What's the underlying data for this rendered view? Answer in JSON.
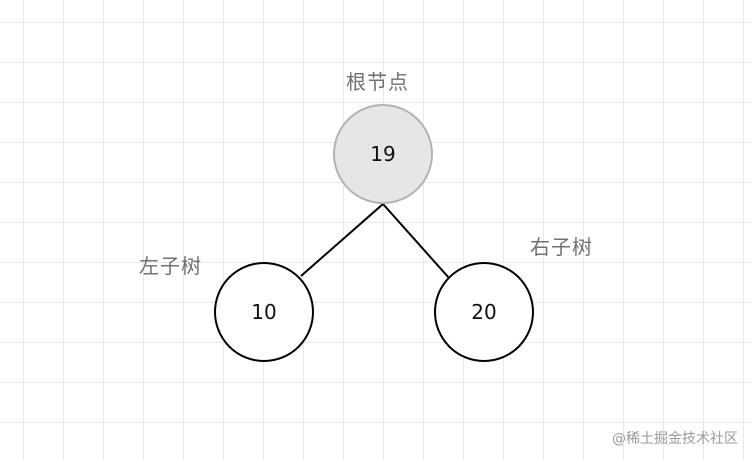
{
  "labels": {
    "root": "根节点",
    "left_subtree": "左子树",
    "right_subtree": "右子树"
  },
  "nodes": {
    "root": "19",
    "left": "10",
    "right": "20"
  },
  "watermark": "@稀土掘金技术社区",
  "colors": {
    "root_fill": "#e6e6e6",
    "root_stroke": "#b3b3b3",
    "child_stroke": "#000000",
    "label_text": "#707070",
    "grid": "#e9e9e9"
  }
}
